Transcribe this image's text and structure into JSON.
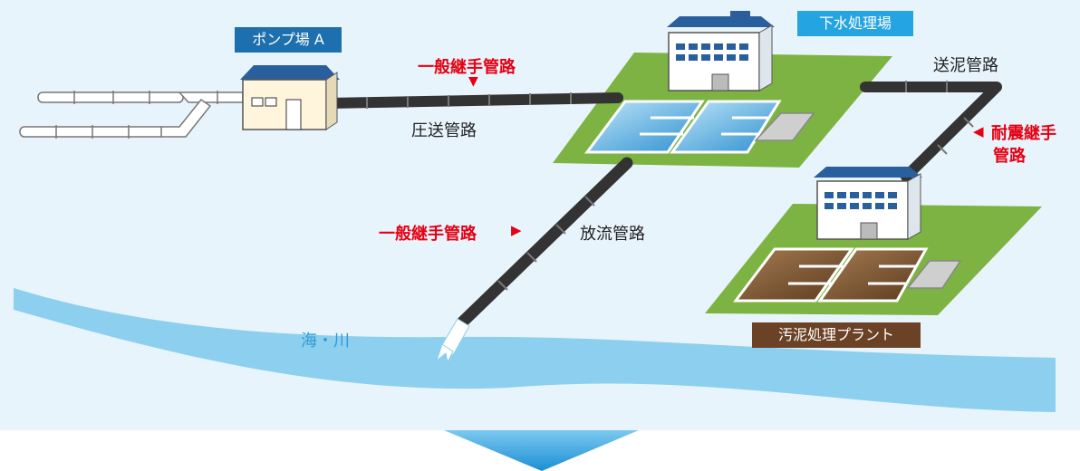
{
  "labels": {
    "pump_station": "ポンプ場 A",
    "sewage_plant": "下水処理場",
    "sludge_plant": "汚泥処理プラント",
    "pressure_pipe": "圧送管路",
    "sludge_pipe": "送泥管路",
    "discharge_pipe": "放流管路",
    "sea_river": "海・川"
  },
  "callouts": {
    "general_top": "一般継手管路",
    "general_mid": "一般継手管路",
    "seismic_line1": "耐震継手",
    "seismic_line2": "管路"
  },
  "markers": {
    "down_triangle": "▼",
    "right_triangle": "▶",
    "left_triangle": "◀"
  },
  "colors": {
    "background": "#e8f4fc",
    "river": "#8ccfef",
    "grass": "#7cb342",
    "pipe": "#333333",
    "accent_red": "#e60012",
    "tag_dark_blue": "#1d6fae",
    "tag_light_blue": "#24a4e0",
    "tag_brown": "#6b4226"
  }
}
